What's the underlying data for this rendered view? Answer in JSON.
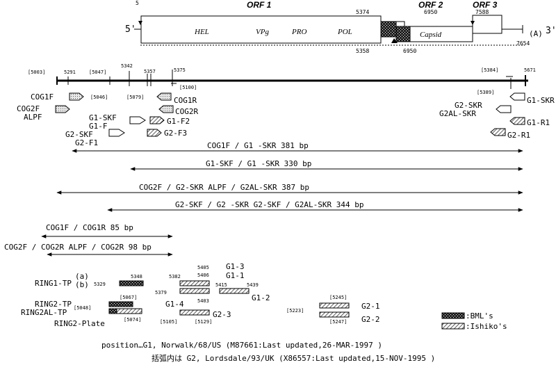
{
  "genome": {
    "five_prime": "5'",
    "three_prime": "3'",
    "poly_a": "(A)",
    "orf_labels": [
      "ORF 1",
      "ORF 2",
      "ORF 3"
    ],
    "domains": [
      "HEL",
      "VPg",
      "PRO",
      "POL",
      "Capsid"
    ],
    "positions": {
      "p5": "5",
      "p5374": "5374",
      "p6950_top": "6950",
      "p7588": "7588",
      "p5358": "5358",
      "p6950_bot": "6950",
      "p7654": "7654"
    }
  },
  "detail": {
    "positions": [
      "[5003]",
      "5291",
      "[5047]",
      "5342",
      "5357",
      "5375",
      "[5100]",
      "[5046]",
      "[5079]",
      "[5384]",
      "5671",
      "[5389]"
    ]
  },
  "primers": {
    "cog1f": "COG1F",
    "cog2f": "COG2F",
    "alpf": "ALPF",
    "g1skf": "G1-SKF",
    "g1f": "G1-F",
    "g2skf": "G2-SKF",
    "g2f1": "G2-F1",
    "g1f2": "G1-F2",
    "g2f3": "G2-F3",
    "cog1r": "COG1R",
    "cog2r": "COG2R",
    "g2skr": "G2-SKR",
    "g2alskr": "G2AL-SKR",
    "g1skr": "G1-SKR",
    "g1r1": "G1-R1",
    "g2r1": "G2-R1"
  },
  "amplicons": [
    "COG1F / G1   -SKR   381 bp",
    "G1-SKF / G1   -SKR  330 bp",
    "COG2F / G2-SKR   ALPF / G2AL-SKR  387 bp",
    "G2-SKF / G2   -SKR  G2-SKF / G2AL-SKR  344 bp",
    "COG1F / COG1R    85 bp",
    "COG2F / COG2R      ALPF / COG2R     98 bp"
  ],
  "probes": {
    "ring1": "RING1-TP",
    "ring2": "RING2-TP",
    "ring2al": "RING2AL-TP",
    "ring2plate": "RING2-Plate",
    "a": "(a)",
    "b": "(b)",
    "labels": [
      "G1-3",
      "G1-1",
      "G1-2",
      "G1-4",
      "G2-3",
      "G2-1",
      "G2-2"
    ],
    "positions": [
      "5329",
      "5348",
      "5405",
      "5382",
      "5406",
      "5415",
      "5439",
      "5379",
      "5403",
      "[5105]",
      "[5129]",
      "[5067]",
      "[5048]",
      "[5074]",
      "[5245]",
      "[5223]",
      "[5247]"
    ]
  },
  "legend": {
    "bml": ":BML's",
    "ishiko": ":Ishiko's"
  },
  "footer": {
    "line1": "position…G1, Norwalk/68/US (M87661:Last updated,26-MAR-1997 )",
    "line2": "括弧内は G2, Lordsdale/93/UK (X86557:Last updated,15-NOV-1995 )"
  }
}
